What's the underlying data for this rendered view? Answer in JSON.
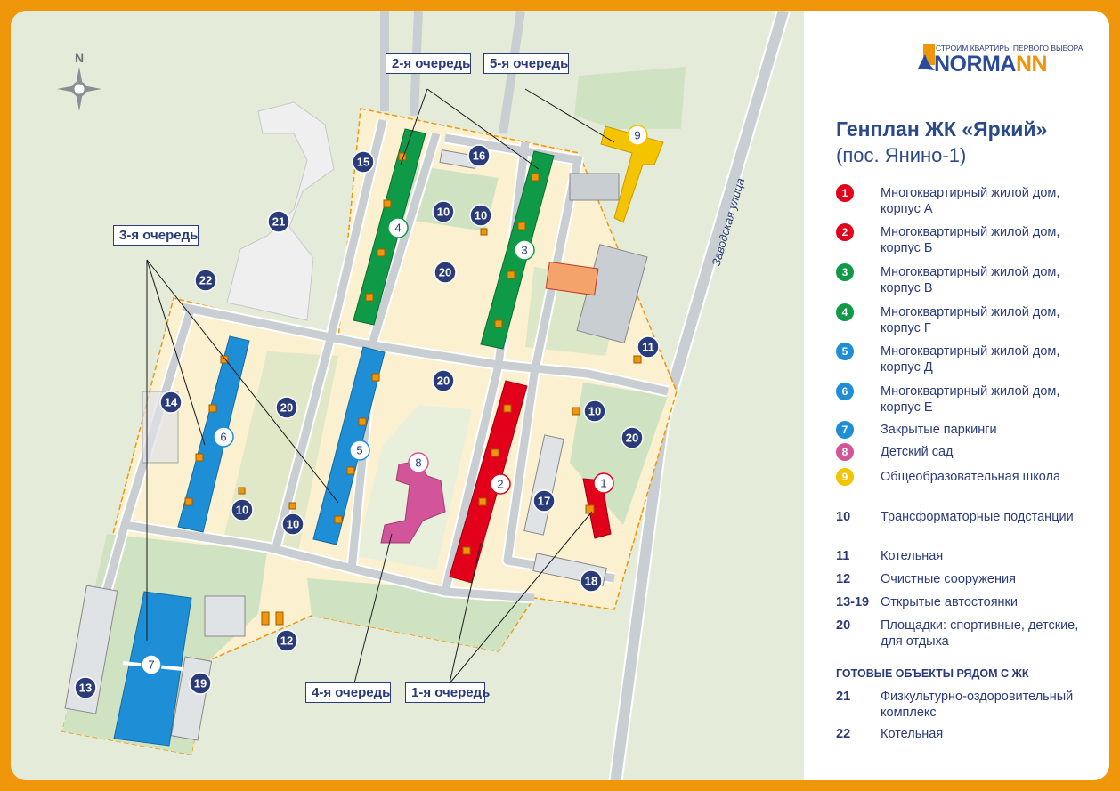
{
  "logo": {
    "tagline": "СТРОИМ КВАРТИРЫ ПЕРВОГО ВЫБОРА",
    "brand_a": "NORMA",
    "brand_b": "NN"
  },
  "title": "Генплан ЖК «Яркий»",
  "subtitle": "(пос. Янино-1)",
  "map": {
    "compass": "N",
    "street": "Заводская улица",
    "queues": {
      "q1": "1-я очередь",
      "q2": "2-я очередь",
      "q3": "3-я очередь",
      "q4": "4-я очередь",
      "q5": "5-я очередь"
    },
    "markers_dark": [
      "15",
      "16",
      "10",
      "10",
      "20",
      "21",
      "22",
      "14",
      "20",
      "20",
      "10",
      "10",
      "11",
      "10",
      "20",
      "17",
      "18",
      "12",
      "13",
      "19"
    ],
    "markers_light": [
      "4",
      "3",
      "6",
      "5",
      "8",
      "2",
      "1",
      "7",
      "9"
    ]
  },
  "colors": {
    "red": "#e2001a",
    "green": "#0f9a48",
    "blue": "#1e8fd6",
    "navy": "#2a3b7a",
    "pink": "#d2559a",
    "yellow": "#f5c400",
    "orange": "#f0960a"
  },
  "legend": [
    {
      "key": "1",
      "label": "Многоквартирный жилой дом, корпус А",
      "color": "#e2001a"
    },
    {
      "key": "2",
      "label": "Многоквартирный жилой дом, корпус Б",
      "color": "#e2001a"
    },
    {
      "key": "3",
      "label": "Многоквартирный жилой дом, корпус В",
      "color": "#0f9a48"
    },
    {
      "key": "4",
      "label": "Многоквартирный жилой дом, корпус Г",
      "color": "#0f9a48"
    },
    {
      "key": "5",
      "label": "Многоквартирный жилой дом, корпус Д",
      "color": "#1e8fd6"
    },
    {
      "key": "6",
      "label": "Многоквартирный жилой дом, корпус Е",
      "color": "#1e8fd6"
    },
    {
      "key": "7",
      "label": "Закрытые паркинги",
      "color": "#1e8fd6"
    },
    {
      "key": "8",
      "label": "Детский сад",
      "color": "#d2559a"
    },
    {
      "key": "9",
      "label": "Общеобразовательная школа",
      "color": "#f5c400"
    },
    {
      "key": "10",
      "label": "Трансформаторные подстанции"
    },
    {
      "key": "11",
      "label": "Котельная"
    },
    {
      "key": "12",
      "label": "Очистные сооружения"
    },
    {
      "key": "13-19",
      "label": "Открытые автостоянки"
    },
    {
      "key": "20",
      "label": "Площадки: спортивные, детские, для отдыха"
    }
  ],
  "nearby": {
    "heading": "ГОТОВЫЕ ОБЪЕКТЫ РЯДОМ С ЖК",
    "items": [
      {
        "key": "21",
        "label": "Физкультурно-оздоровительный комплекс"
      },
      {
        "key": "22",
        "label": "Котельная"
      }
    ]
  }
}
